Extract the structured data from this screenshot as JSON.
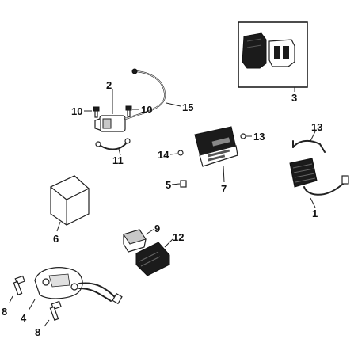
{
  "callouts": {
    "c1": "1",
    "c2": "2",
    "c3": "3",
    "c4": "4",
    "c5": "5",
    "c6": "6",
    "c7": "7",
    "c8a": "8",
    "c8b": "8",
    "c9": "9",
    "c10a": "10",
    "c10b": "10",
    "c11": "11",
    "c12": "12",
    "c13a": "13",
    "c13b": "13",
    "c14": "14",
    "c15": "15"
  },
  "colors": {
    "ink": "#1b1b1b",
    "outline": "#222222",
    "background": "#ffffff"
  }
}
